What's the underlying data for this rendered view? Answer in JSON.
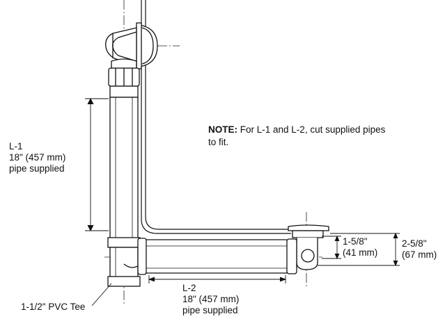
{
  "note": {
    "label": "NOTE:",
    "text": "For L-1 and L-2, cut supplied pipes to fit."
  },
  "labels": {
    "l1": {
      "name": "L-1",
      "size": "18\" (457 mm)",
      "desc": "pipe supplied"
    },
    "l2": {
      "name": "L-2",
      "size": "18\" (457 mm)",
      "desc": "pipe supplied"
    },
    "tee": "1-1/2\" PVC Tee",
    "dim_small": {
      "frac": "1-5/8\"",
      "mm": "(41 mm)"
    },
    "dim_large": {
      "frac": "2-5/8\"",
      "mm": "(67 mm)"
    }
  }
}
